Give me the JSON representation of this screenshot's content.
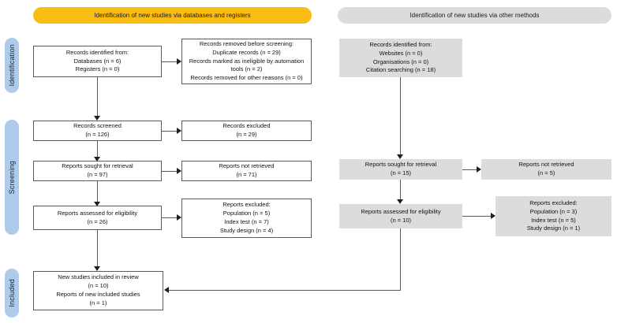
{
  "diagram": {
    "title": "PRISMA 2020 flow diagram",
    "colors": {
      "banner_databases": "#f9bd13",
      "banner_other": "#dcdcdc",
      "phase_band": "#aecbeb",
      "grey_box": "#dcdcdc",
      "box_border": "#5a5a5a",
      "connector": "#5a5a5a",
      "arrowhead": "#1f1f1f",
      "page_background": "#ffffff"
    }
  },
  "banners": {
    "databases": "Identification of new studies via databases and registers",
    "other_methods": "Identification of new studies via other methods"
  },
  "phases": [
    {
      "id": "identification",
      "label": "Identification"
    },
    {
      "id": "screening",
      "label": "Screening"
    },
    {
      "id": "included",
      "label": "Included"
    }
  ],
  "boxes": {
    "records_identified": {
      "lines": [
        "Records identified from:",
        "Databases (n = 6)",
        "Registers (n = 0)"
      ]
    },
    "records_removed": {
      "lines": [
        "Records removed before screening:",
        "Duplicate records (n = 29)",
        "Records marked as ineligible by automation",
        "tools (n = 2)",
        "Records removed for other reasons (n = 0)"
      ]
    },
    "records_screened": {
      "lines": [
        "Records screened",
        "(n = 126)"
      ]
    },
    "records_excluded": {
      "lines": [
        "Records excluded",
        "(n = 29)"
      ]
    },
    "reports_sought": {
      "lines": [
        "Reports sought for retrieval",
        "(n = 97)"
      ]
    },
    "reports_not_retrieved": {
      "lines": [
        "Reports not retrieved",
        "(n = 71)"
      ]
    },
    "reports_assessed": {
      "lines": [
        "Reports assessed for eligibility",
        "(n = 26)"
      ]
    },
    "reports_excluded": {
      "lines": [
        "Reports excluded:",
        "Population (n = 5)",
        "Index test (n = 7)",
        "Study design (n = 4)"
      ]
    },
    "new_studies_included": {
      "lines": [
        "New studies included in review",
        "(n = 10)",
        "Reports of new included studies",
        "(n = 1)"
      ]
    },
    "other_records_identified": {
      "lines": [
        "Records identified from:",
        "Websites (n = 0)",
        "Organisations (n = 0)",
        "Citation searching (n = 18)"
      ]
    },
    "other_reports_sought": {
      "lines": [
        "Reports sought for retrieval",
        "(n = 15)"
      ]
    },
    "other_reports_not_retrieved": {
      "lines": [
        "Reports not retrieved",
        "(n = 5)"
      ]
    },
    "other_reports_assessed": {
      "lines": [
        "Reports assessed for eligibility",
        "(n = 10)"
      ]
    },
    "other_reports_excluded": {
      "lines": [
        "Reports excluded:",
        "Population (n = 3)",
        "Index test (n = 5)",
        "Study design (n = 1)"
      ]
    }
  },
  "chart_data": {
    "type": "diagram",
    "title": "PRISMA 2020 flow diagram for new systematic reviews which included searches of databases and registers and other sources",
    "columns": [
      "databases and registers",
      "other methods"
    ],
    "phases": [
      "Identification",
      "Screening",
      "Included"
    ],
    "nodes": [
      {
        "id": "records_identified",
        "column": "databases and registers",
        "phase": "Identification",
        "label": "Records identified from",
        "counts": {
          "Databases": 6,
          "Registers": 0
        }
      },
      {
        "id": "records_removed",
        "column": "databases and registers",
        "phase": "Identification",
        "label": "Records removed before screening",
        "counts": {
          "Duplicate records": 29,
          "Records marked as ineligible by automation tools": 2,
          "Records removed for other reasons": 0
        }
      },
      {
        "id": "records_screened",
        "column": "databases and registers",
        "phase": "Screening",
        "label": "Records screened",
        "counts": {
          "n": 126
        }
      },
      {
        "id": "records_excluded",
        "column": "databases and registers",
        "phase": "Screening",
        "label": "Records excluded",
        "counts": {
          "n": 29
        }
      },
      {
        "id": "reports_sought",
        "column": "databases and registers",
        "phase": "Screening",
        "label": "Reports sought for retrieval",
        "counts": {
          "n": 97
        }
      },
      {
        "id": "reports_not_retrieved",
        "column": "databases and registers",
        "phase": "Screening",
        "label": "Reports not retrieved",
        "counts": {
          "n": 71
        }
      },
      {
        "id": "reports_assessed",
        "column": "databases and registers",
        "phase": "Screening",
        "label": "Reports assessed for eligibility",
        "counts": {
          "n": 26
        }
      },
      {
        "id": "reports_excluded",
        "column": "databases and registers",
        "phase": "Screening",
        "label": "Reports excluded",
        "counts": {
          "Population": 5,
          "Index test": 7,
          "Study design": 4
        }
      },
      {
        "id": "new_studies_included",
        "column": "databases and registers",
        "phase": "Included",
        "label": "New studies included in review",
        "counts": {
          "New studies included in review": 10,
          "Reports of new included studies": 1
        }
      },
      {
        "id": "other_records_identified",
        "column": "other methods",
        "phase": "Identification",
        "label": "Records identified from",
        "counts": {
          "Websites": 0,
          "Organisations": 0,
          "Citation searching": 18
        }
      },
      {
        "id": "other_reports_sought",
        "column": "other methods",
        "phase": "Screening",
        "label": "Reports sought for retrieval",
        "counts": {
          "n": 15
        }
      },
      {
        "id": "other_reports_not_retrieved",
        "column": "other methods",
        "phase": "Screening",
        "label": "Reports not retrieved",
        "counts": {
          "n": 5
        }
      },
      {
        "id": "other_reports_assessed",
        "column": "other methods",
        "phase": "Screening",
        "label": "Reports assessed for eligibility",
        "counts": {
          "n": 10
        }
      },
      {
        "id": "other_reports_excluded",
        "column": "other methods",
        "phase": "Screening",
        "label": "Reports excluded",
        "counts": {
          "Population": 3,
          "Index test": 5,
          "Study design": 1
        }
      }
    ],
    "edges": [
      {
        "from": "records_identified",
        "to": "records_removed",
        "direction": "right"
      },
      {
        "from": "records_identified",
        "to": "records_screened",
        "direction": "down"
      },
      {
        "from": "records_screened",
        "to": "records_excluded",
        "direction": "right"
      },
      {
        "from": "records_screened",
        "to": "reports_sought",
        "direction": "down"
      },
      {
        "from": "reports_sought",
        "to": "reports_not_retrieved",
        "direction": "right"
      },
      {
        "from": "reports_sought",
        "to": "reports_assessed",
        "direction": "down"
      },
      {
        "from": "reports_assessed",
        "to": "reports_excluded",
        "direction": "right"
      },
      {
        "from": "reports_assessed",
        "to": "new_studies_included",
        "direction": "down"
      },
      {
        "from": "other_records_identified",
        "to": "other_reports_sought",
        "direction": "down"
      },
      {
        "from": "other_reports_sought",
        "to": "other_reports_not_retrieved",
        "direction": "right"
      },
      {
        "from": "other_reports_sought",
        "to": "other_reports_assessed",
        "direction": "down"
      },
      {
        "from": "other_reports_assessed",
        "to": "other_reports_excluded",
        "direction": "right"
      },
      {
        "from": "other_reports_assessed",
        "to": "new_studies_included",
        "direction": "elbow-left"
      }
    ]
  }
}
